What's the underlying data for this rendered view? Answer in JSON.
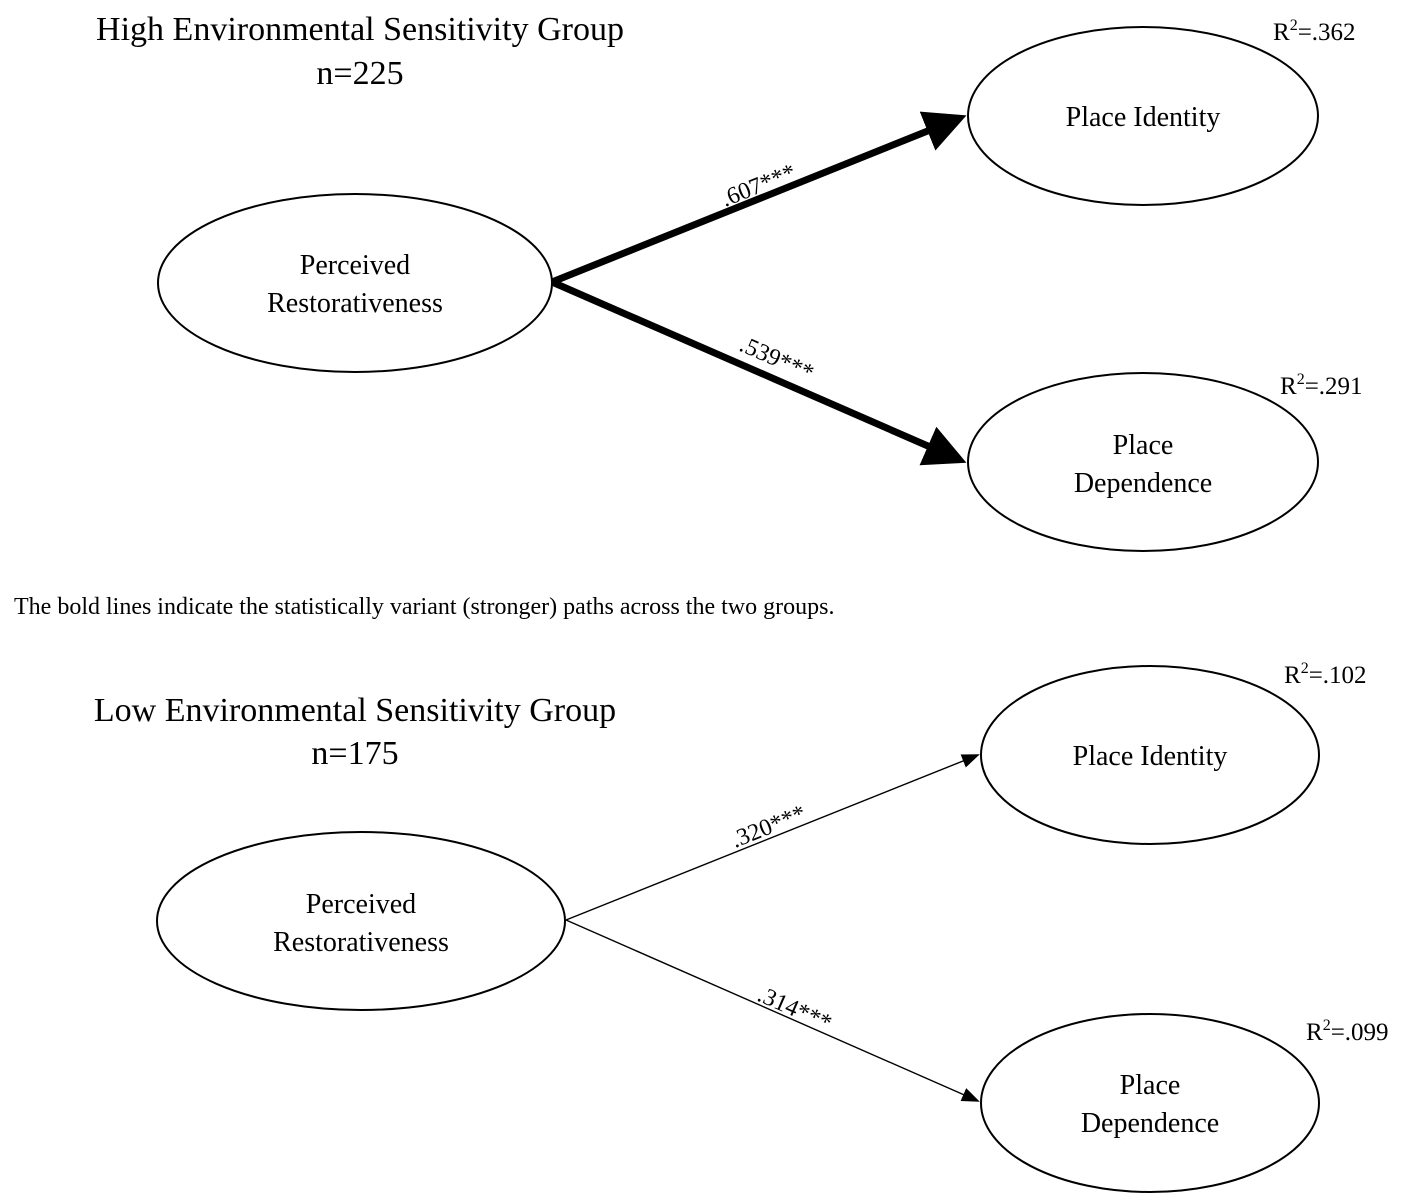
{
  "note": "The bold lines indicate the statistically variant (stronger) paths across the two groups.",
  "groups": [
    {
      "title": "High Environmental Sensitivity Group",
      "n": "n=225",
      "source": [
        "Perceived",
        "Restorativeness"
      ],
      "identity": [
        "Place Identity"
      ],
      "dependence": [
        "Place",
        "Dependence"
      ],
      "path_identity": ".607***",
      "path_dependence": ".539***",
      "r2_identity": {
        "base": "R",
        "sup": "2",
        "rest": "=.362"
      },
      "r2_dependence": {
        "base": "R",
        "sup": "2",
        "rest": "=.291"
      },
      "bold_paths": true
    },
    {
      "title": "Low Environmental Sensitivity Group",
      "n": "n=175",
      "source": [
        "Perceived",
        "Restorativeness"
      ],
      "identity": [
        "Place Identity"
      ],
      "dependence": [
        "Place",
        "Dependence"
      ],
      "path_identity": ".320***",
      "path_dependence": ".314***",
      "r2_identity": {
        "base": "R",
        "sup": "2",
        "rest": "=.102"
      },
      "r2_dependence": {
        "base": "R",
        "sup": "2",
        "rest": "=.099"
      },
      "bold_paths": false
    }
  ]
}
